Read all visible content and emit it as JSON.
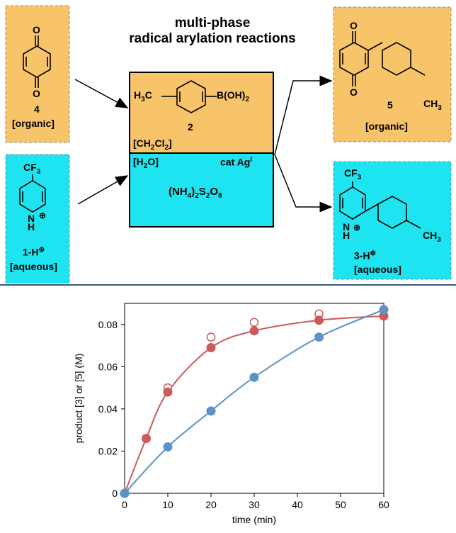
{
  "scheme": {
    "title_line1": "multi-phase",
    "title_line2": "radical arylation reactions",
    "reactant_quinone": {
      "number": "4",
      "phase": "[organic]",
      "color": "#f8c46a"
    },
    "reactant_pyridinium": {
      "number": "1-H",
      "charge_mark": "⊕",
      "phase": "[aqueous]",
      "substituent": "CF3",
      "color": "#1de4f0"
    },
    "reactor": {
      "reagent_number": "2",
      "reagent_methyl": "H3C",
      "reagent_boron": "B(OH)2",
      "organic_solvent": "[CH2Cl2]",
      "aqueous_solvent": "[H2O]",
      "catalyst": "cat Ag",
      "catalyst_oxidation": "I",
      "oxidant": "(NH4)2S2O8"
    },
    "product_quinone": {
      "number": "5",
      "phase": "[organic]",
      "substituent": "CH3"
    },
    "product_pyridinium": {
      "number": "3-H",
      "phase": "[aqueous]",
      "substituent_top": "CF3",
      "substituent_aryl": "CH3"
    }
  },
  "chart_data": {
    "type": "scatter",
    "xlabel": "time (min)",
    "ylabel": "product [3] or [5] (M)",
    "xlim": [
      0,
      60
    ],
    "ylim": [
      0,
      0.09
    ],
    "xticks": [
      0,
      10,
      20,
      30,
      40,
      50,
      60
    ],
    "yticks": [
      0,
      0.02,
      0.04,
      0.06,
      0.08
    ],
    "ytick_labels": [
      "0",
      "0.02",
      "0.04",
      "0.06",
      "0.08"
    ],
    "series": [
      {
        "color": "#cc5a5a",
        "x": [
          0,
          5,
          10,
          20,
          30,
          45,
          60
        ],
        "y": [
          0,
          0.026,
          0.048,
          0.069,
          0.077,
          0.082,
          0.084
        ],
        "y_open": [
          null,
          null,
          0.05,
          0.074,
          0.081,
          0.085,
          null
        ]
      },
      {
        "color": "#5b93c8",
        "x": [
          0,
          10,
          20,
          30,
          45,
          60
        ],
        "y": [
          0,
          0.022,
          0.039,
          0.055,
          0.074,
          0.087
        ]
      }
    ]
  }
}
